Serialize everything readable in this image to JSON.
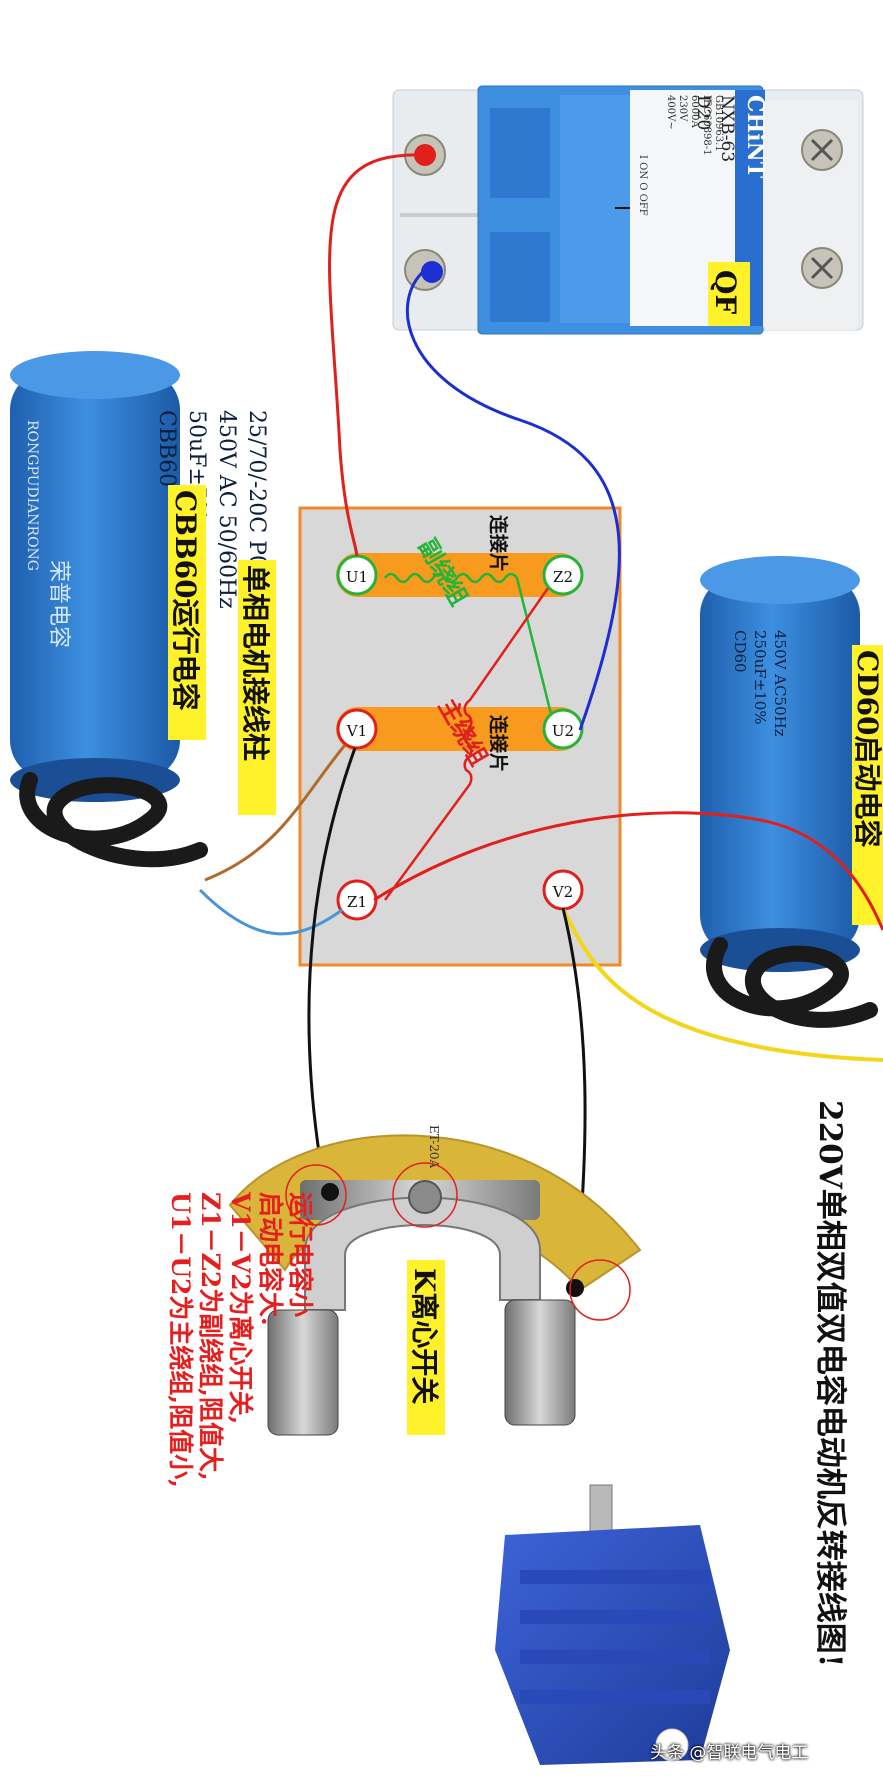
{
  "title": "220V单相双值双电容电动机反转接线图!",
  "breaker": {
    "brand": "CHiNT",
    "model": "NXB-63",
    "rating": "D20",
    "spec_lines": [
      "400V~",
      "230V",
      "6000A",
      "IEC60898-1",
      "GB10963.1"
    ],
    "on_off": "I ON  O OFF",
    "label": "QF"
  },
  "run_capacitor": {
    "label": "CBB60运行电容",
    "print_lines": [
      "CBB60",
      "50uF±5%",
      "450V AC  50/60Hz",
      "25/70/-20C  P0"
    ],
    "brand_text": "RONGPUDIANRONG",
    "brand_cn": "荣普电容"
  },
  "start_capacitor": {
    "label": "CD60启动电容",
    "print_lines": [
      "CD60",
      "250uF±10%",
      "450V AC50Hz"
    ]
  },
  "terminal_board": {
    "label": "单相电机接线柱",
    "terminals": {
      "U1": "U1",
      "Z2": "Z2",
      "V1": "V1",
      "U2": "U2",
      "Z1": "Z1",
      "V2": "V2"
    },
    "link_label_top": "连接片",
    "link_label_bottom": "连接片",
    "aux_winding": "副绕组",
    "main_winding": "主绕组"
  },
  "switch": {
    "label": "K离心开关",
    "board_mark": "ET-20A"
  },
  "notes": [
    "U1－U2为主绕组,阻值小,",
    "Z1－Z2为副绕组,阻值大,",
    "V1－V2为离心开关,",
    "启动电容大.",
    "运行电容小"
  ],
  "watermark": "头条 @智联电气电工",
  "colors": {
    "red_wire": "#e0201c",
    "blue_wire": "#1c2fd0",
    "black_wire": "#111111",
    "yellow_wire": "#f2d619",
    "brown_wire": "#b06a2a",
    "lightblue_wire": "#4a95d6",
    "capacitor_blue": "#2f7fd4",
    "breaker_blue": "#3f8fe0",
    "label_yellow": "#fff22a",
    "terminal_orange": "#f79a1e",
    "board_gray": "#d8d8d8",
    "note_red": "#e61e1e"
  }
}
